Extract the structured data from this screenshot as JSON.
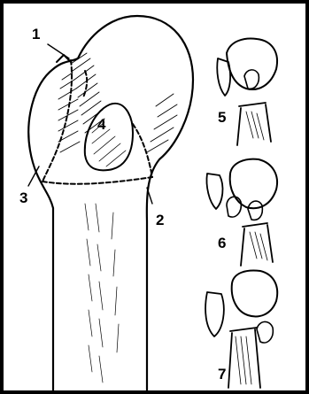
{
  "figure": {
    "labels": {
      "l1": "1",
      "l2": "2",
      "l3": "3",
      "l4": "4",
      "l5": "5",
      "l6": "6",
      "l7": "7"
    },
    "colors": {
      "ink": "#000000",
      "paper": "#ffffff"
    }
  }
}
